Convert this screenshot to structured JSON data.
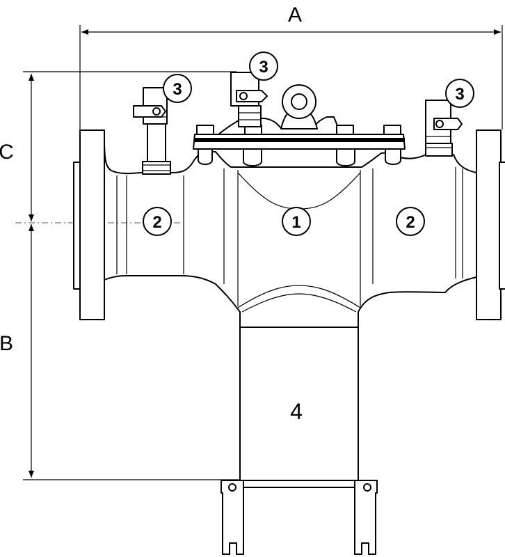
{
  "dimensions": {
    "a": "A",
    "b": "B",
    "c": "C"
  },
  "callouts": {
    "body": "1",
    "inlet_chamber": "2",
    "outlet_chamber": "2",
    "test_cock_left": "3",
    "test_cock_center": "3",
    "test_cock_right": "3",
    "relief_outlet": "4"
  }
}
